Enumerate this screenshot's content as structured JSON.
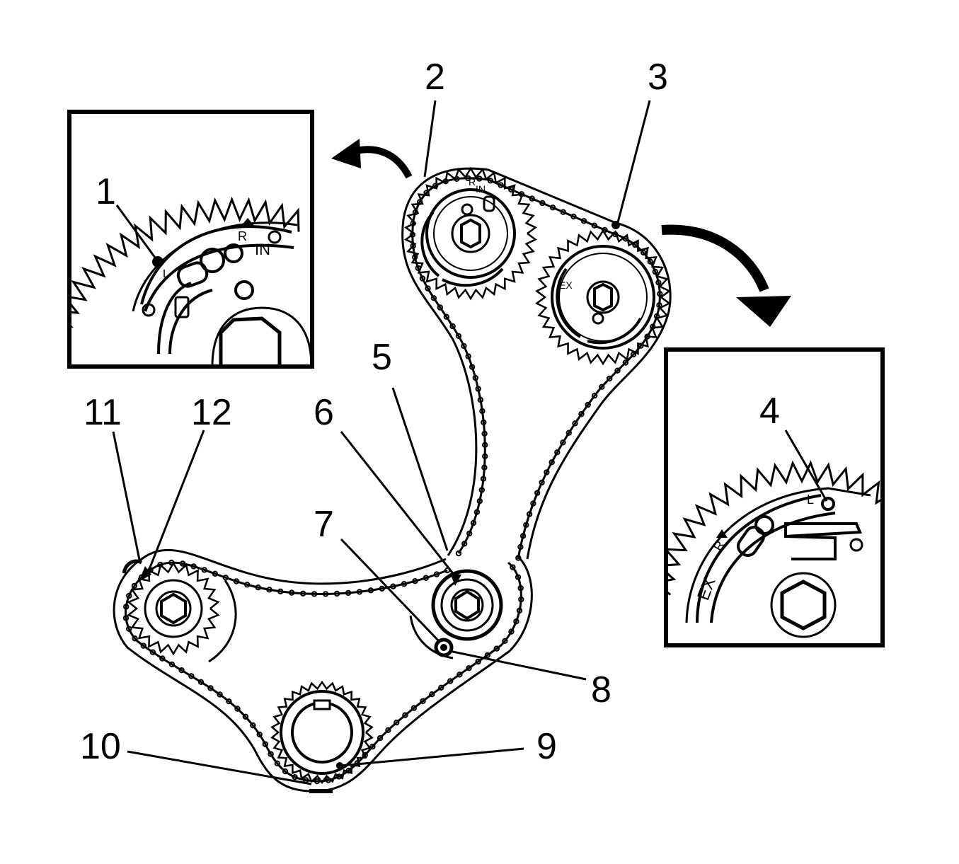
{
  "colors": {
    "ink": "#000000",
    "paper": "#ffffff"
  },
  "callouts": {
    "c1": "1",
    "c2": "2",
    "c3": "3",
    "c4": "4",
    "c5": "5",
    "c6": "6",
    "c7": "7",
    "c8": "8",
    "c9": "9",
    "c10": "10",
    "c11": "11",
    "c12": "12"
  },
  "gear_marks": {
    "intake_r": "R",
    "intake_in": "IN",
    "intake_l": "L",
    "exhaust_r": "R",
    "exhaust_ex": "EX",
    "exhaust_l": "L"
  },
  "icons": [
    "curved-arrow-left",
    "curved-arrow-right",
    "timing-chain",
    "sprocket"
  ]
}
